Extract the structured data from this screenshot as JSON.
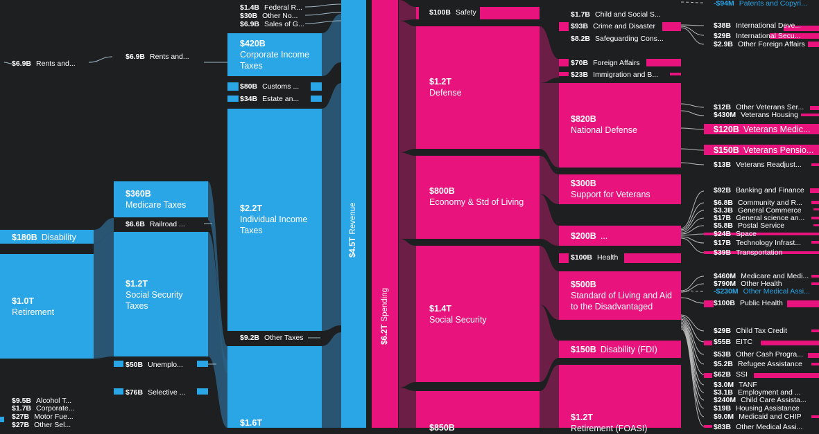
{
  "colors": {
    "background": "#1e1f21",
    "revenue": "#2aa5e6",
    "spending": "#e8137c"
  },
  "totals": {
    "revenue": {
      "value": "$4.5T",
      "label": "Revenue"
    },
    "spending": {
      "value": "$6.2T",
      "label": "Spending"
    }
  },
  "revenue_nodes": [
    {
      "value": "$1.4B",
      "label": "Federal R..."
    },
    {
      "value": "$30B",
      "label": "Other No..."
    },
    {
      "value": "$6.9B",
      "label": "Sales of G..."
    },
    {
      "value": "$420B",
      "label": "Corporate Income Taxes"
    },
    {
      "value": "$80B",
      "label": "Customs ..."
    },
    {
      "value": "$34B",
      "label": "Estate an..."
    },
    {
      "value": "$2.2T",
      "label": "Individual Income Taxes"
    },
    {
      "value": "$9.2B",
      "label": "Other Taxes"
    },
    {
      "value": "$1.6T",
      "label": ""
    },
    {
      "value": "$360B",
      "label": "Medicare Taxes"
    },
    {
      "value": "$6.6B",
      "label": "Railroad ..."
    },
    {
      "value": "$1.2T",
      "label": "Social Security Taxes"
    },
    {
      "value": "$50B",
      "label": "Unemplo..."
    },
    {
      "value": "$76B",
      "label": "Selective ..."
    },
    {
      "value": "$6.9B",
      "label": "Rents and..."
    },
    {
      "value": "$6.9B",
      "label": "Rents and..."
    },
    {
      "value": "$180B",
      "label": "Disability"
    },
    {
      "value": "$1.0T",
      "label": "Retirement"
    },
    {
      "value": "$9.5B",
      "label": "Alcohol T..."
    },
    {
      "value": "$1.7B",
      "label": "Corporate..."
    },
    {
      "value": "$27B",
      "label": "Motor Fue..."
    },
    {
      "value": "$27B",
      "label": "Other Sel..."
    }
  ],
  "spending_nodes": [
    {
      "value": "$100B",
      "label": "Safety"
    },
    {
      "value": "$1.2T",
      "label": "Defense"
    },
    {
      "value": "$800B",
      "label": "Economy & Std of Living"
    },
    {
      "value": "$1.4T",
      "label": "Social Security"
    },
    {
      "value": "$850B",
      "label": ""
    },
    {
      "value": "$1.7B",
      "label": "Child and Social S..."
    },
    {
      "value": "$93B",
      "label": "Crime and Disaster"
    },
    {
      "value": "$8.2B",
      "label": "Safeguarding Cons..."
    },
    {
      "value": "$70B",
      "label": "Foreign Affairs"
    },
    {
      "value": "$23B",
      "label": "Immigration and B..."
    },
    {
      "value": "$820B",
      "label": "National Defense"
    },
    {
      "value": "$300B",
      "label": "Support for Veterans"
    },
    {
      "value": "$200B",
      "label": "..."
    },
    {
      "value": "$100B",
      "label": "Health"
    },
    {
      "value": "$500B",
      "label": "Standard of Living and Aid to the Disadvantaged"
    },
    {
      "value": "$150B",
      "label": "Disability (FDI)"
    },
    {
      "value": "$1.2T",
      "label": "Retirement (FOASI)"
    }
  ],
  "leaf_nodes": [
    {
      "value": "-$94M",
      "label": "Patents and Copyri...",
      "negative": true
    },
    {
      "value": "$38B",
      "label": "International Deve..."
    },
    {
      "value": "$29B",
      "label": "International Secu..."
    },
    {
      "value": "$2.9B",
      "label": "Other Foreign Affairs"
    },
    {
      "value": "$12B",
      "label": "Other Veterans Ser..."
    },
    {
      "value": "$430M",
      "label": "Veterans Housing"
    },
    {
      "value": "$120B",
      "label": "Veterans Medic..."
    },
    {
      "value": "$150B",
      "label": "Veterans Pensio..."
    },
    {
      "value": "$13B",
      "label": "Veterans Readjust..."
    },
    {
      "value": "$92B",
      "label": "Banking and Finance"
    },
    {
      "value": "$6.8B",
      "label": "Community and R..."
    },
    {
      "value": "$3.3B",
      "label": "General Commerce"
    },
    {
      "value": "$17B",
      "label": "General science an..."
    },
    {
      "value": "$5.8B",
      "label": "Postal Service"
    },
    {
      "value": "$24B",
      "label": "Space"
    },
    {
      "value": "$17B",
      "label": "Technology Infrast..."
    },
    {
      "value": "$39B",
      "label": "Transportation"
    },
    {
      "value": "$460M",
      "label": "Medicare and Medi..."
    },
    {
      "value": "$790M",
      "label": "Other Health"
    },
    {
      "value": "-$230M",
      "label": "Other Medical Assi...",
      "negative": true
    },
    {
      "value": "$100B",
      "label": "Public Health"
    },
    {
      "value": "$29B",
      "label": "Child Tax Credit"
    },
    {
      "value": "$55B",
      "label": "EITC"
    },
    {
      "value": "$53B",
      "label": "Other Cash Progra..."
    },
    {
      "value": "$5.2B",
      "label": "Refugee Assistance"
    },
    {
      "value": "$62B",
      "label": "SSI"
    },
    {
      "value": "$3.0M",
      "label": "TANF"
    },
    {
      "value": "$3.1B",
      "label": "Employment and ..."
    },
    {
      "value": "$240M",
      "label": "Child Care Assista..."
    },
    {
      "value": "$19B",
      "label": "Housing Assistance"
    },
    {
      "value": "$9.0M",
      "label": "Medicaid and CHIP"
    },
    {
      "value": "$83B",
      "label": "Other Medical Assi..."
    }
  ]
}
